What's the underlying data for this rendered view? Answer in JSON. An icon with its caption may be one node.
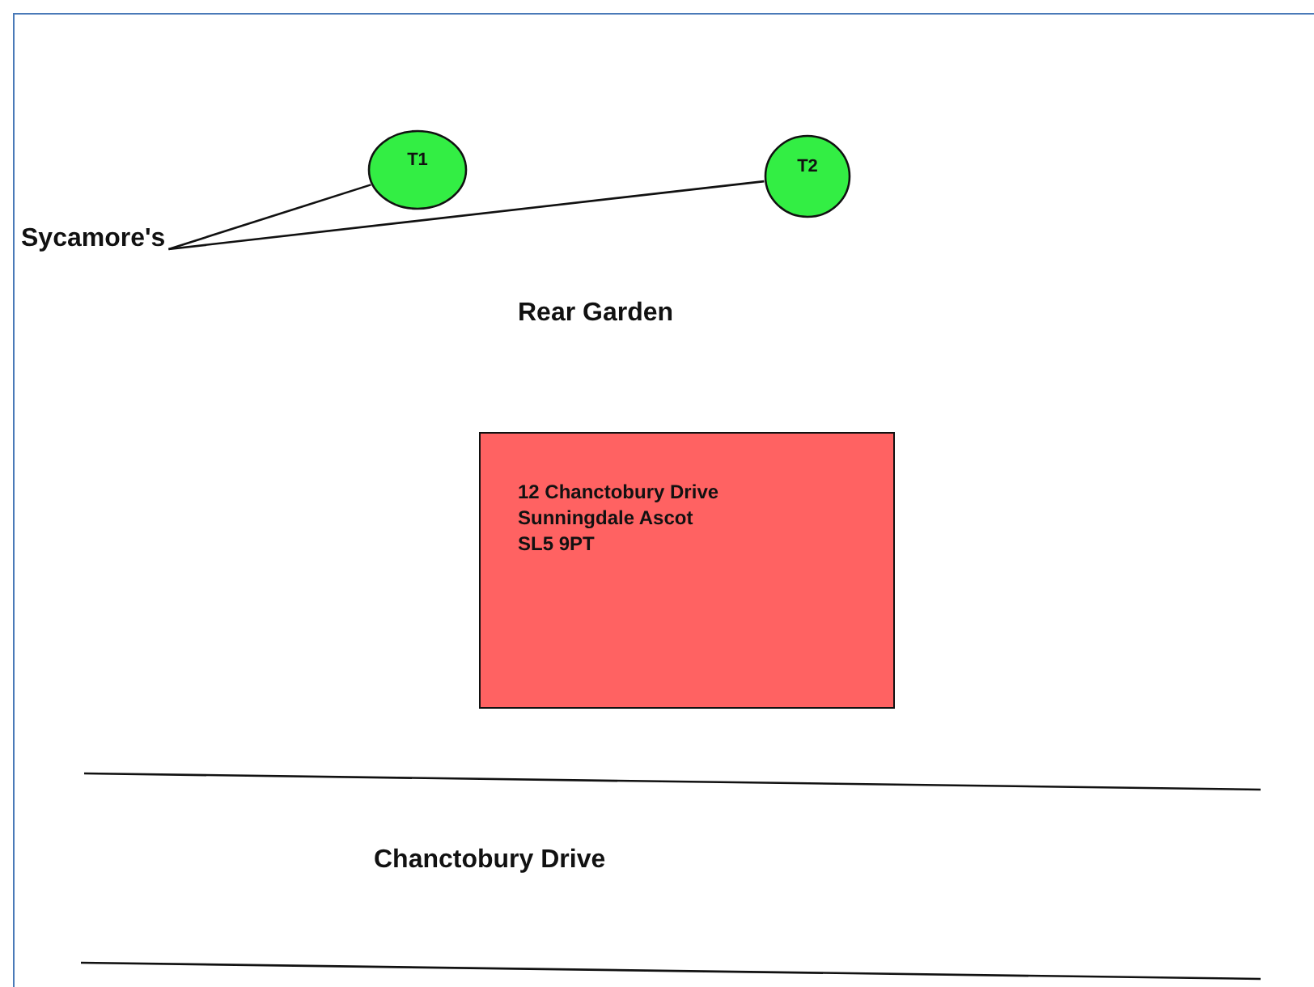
{
  "diagram": {
    "nodes": [
      {
        "text": [
          "Sycamore's"
        ]
      },
      {
        "text": [
          "T1"
        ]
      },
      {
        "text": [
          "T2"
        ]
      },
      {
        "text": [
          "12 Chanctobury Drive Sunningdale Ascot SL5 9PT"
        ]
      }
    ],
    "edges": [
      {
        "from": 0,
        "to": 1,
        "arrow": "none"
      },
      {
        "from": 0,
        "to": 2,
        "arrow": "none"
      }
    ],
    "labels": [
      "Rear Garden",
      "Chanctobury Drive"
    ]
  }
}
